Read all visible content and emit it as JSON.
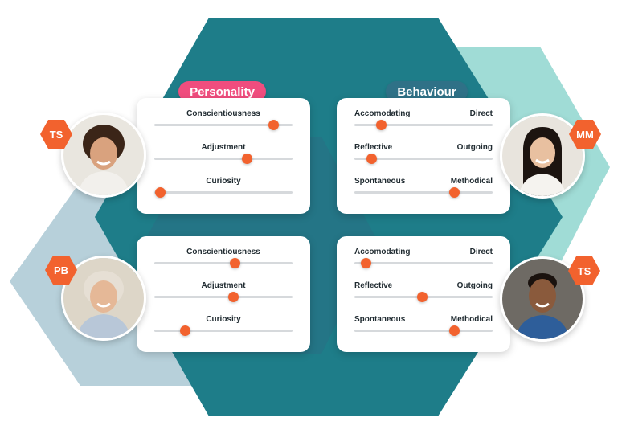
{
  "colors": {
    "slider_knob": "#f2622e",
    "personality_pill": "#f04d7e",
    "behaviour_pill": "#2f7187",
    "badge": "#f2622e",
    "hex_dark": "#1f7f8a",
    "hex_light_left": "#b7d0da",
    "hex_light_right": "#8fd6cf"
  },
  "headers": {
    "personality": "Personality",
    "behaviour": "Behaviour"
  },
  "people": [
    {
      "initials": "TS",
      "avatar_icon": "person-photo"
    },
    {
      "initials": "MM",
      "avatar_icon": "person-photo"
    },
    {
      "initials": "PB",
      "avatar_icon": "person-photo"
    },
    {
      "initials": "TS",
      "avatar_icon": "person-photo"
    }
  ],
  "cards": {
    "personality_1": {
      "rows": [
        {
          "label": "Conscientiousness",
          "value": 0.86
        },
        {
          "label": "Adjustment",
          "value": 0.67
        },
        {
          "label": "Curiosity",
          "value": 0.04
        }
      ]
    },
    "behaviour_1": {
      "rows": [
        {
          "left": "Accomodating",
          "right": "Direct",
          "value": 0.19
        },
        {
          "left": "Reflective",
          "right": "Outgoing",
          "value": 0.12
        },
        {
          "left": "Spontaneous",
          "right": "Methodical",
          "value": 0.72
        }
      ]
    },
    "personality_2": {
      "rows": [
        {
          "label": "Conscientiousness",
          "value": 0.58
        },
        {
          "label": "Adjustment",
          "value": 0.57
        },
        {
          "label": "Curiosity",
          "value": 0.22
        }
      ]
    },
    "behaviour_2": {
      "rows": [
        {
          "left": "Accomodating",
          "right": "Direct",
          "value": 0.08
        },
        {
          "left": "Reflective",
          "right": "Outgoing",
          "value": 0.49
        },
        {
          "left": "Spontaneous",
          "right": "Methodical",
          "value": 0.72
        }
      ]
    }
  }
}
